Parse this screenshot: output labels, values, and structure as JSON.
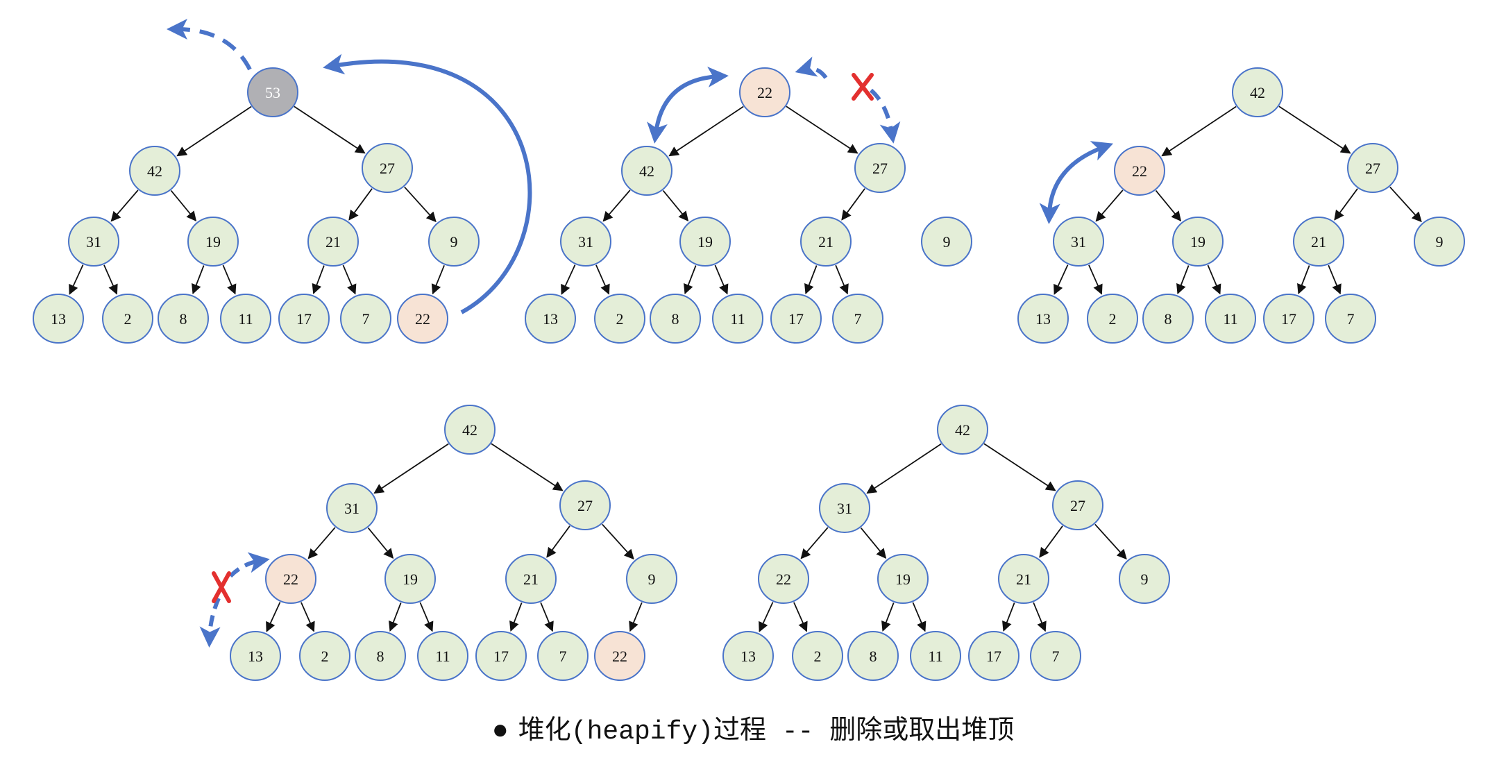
{
  "caption": {
    "bullet": "●",
    "text": "堆化(heapify)过程 -- 删除或取出堆顶"
  },
  "colors": {
    "node_fill": "#e4eed8",
    "node_stroke": "#4a74c9",
    "highlight_fill": "#f7e3d5",
    "removed_fill": "#b0b0b4",
    "arrow_blue": "#4a74c9",
    "cross_red": "#e3302f",
    "edge": "#111111"
  },
  "icons": [
    "curved-arrow",
    "dashed-arrow",
    "cross-mark",
    "bullet-icon"
  ],
  "trees": [
    {
      "id": "step-1",
      "nodes": [
        {
          "id": "n0",
          "label": "53",
          "state": "removed"
        },
        {
          "id": "n1",
          "label": "42"
        },
        {
          "id": "n2",
          "label": "27"
        },
        {
          "id": "n3",
          "label": "31"
        },
        {
          "id": "n4",
          "label": "19"
        },
        {
          "id": "n5",
          "label": "21"
        },
        {
          "id": "n6",
          "label": "9"
        },
        {
          "id": "n7",
          "label": "13"
        },
        {
          "id": "n8",
          "label": "2"
        },
        {
          "id": "n9",
          "label": "8"
        },
        {
          "id": "n10",
          "label": "11"
        },
        {
          "id": "n11",
          "label": "17"
        },
        {
          "id": "n12",
          "label": "7"
        },
        {
          "id": "n13",
          "label": "22",
          "state": "highlight"
        }
      ],
      "edges": [
        [
          "n0",
          "n1"
        ],
        [
          "n0",
          "n2"
        ],
        [
          "n1",
          "n3"
        ],
        [
          "n1",
          "n4"
        ],
        [
          "n2",
          "n5"
        ],
        [
          "n2",
          "n6"
        ],
        [
          "n3",
          "n7"
        ],
        [
          "n3",
          "n8"
        ],
        [
          "n4",
          "n9"
        ],
        [
          "n4",
          "n10"
        ],
        [
          "n5",
          "n11"
        ],
        [
          "n5",
          "n12"
        ],
        [
          "n6",
          "n13"
        ]
      ]
    },
    {
      "id": "step-2",
      "nodes": [
        {
          "id": "n0",
          "label": "22",
          "state": "highlight"
        },
        {
          "id": "n1",
          "label": "42"
        },
        {
          "id": "n2",
          "label": "27"
        },
        {
          "id": "n3",
          "label": "31"
        },
        {
          "id": "n4",
          "label": "19"
        },
        {
          "id": "n5",
          "label": "21"
        },
        {
          "id": "n6",
          "label": "9"
        },
        {
          "id": "n7",
          "label": "13"
        },
        {
          "id": "n8",
          "label": "2"
        },
        {
          "id": "n9",
          "label": "8"
        },
        {
          "id": "n10",
          "label": "11"
        },
        {
          "id": "n11",
          "label": "17"
        },
        {
          "id": "n12",
          "label": "7"
        }
      ],
      "edges": [
        [
          "n0",
          "n1"
        ],
        [
          "n0",
          "n2"
        ],
        [
          "n1",
          "n3"
        ],
        [
          "n1",
          "n4"
        ],
        [
          "n2",
          "n5"
        ],
        [
          "n3",
          "n7"
        ],
        [
          "n3",
          "n8"
        ],
        [
          "n4",
          "n9"
        ],
        [
          "n4",
          "n10"
        ],
        [
          "n5",
          "n11"
        ],
        [
          "n5",
          "n12"
        ]
      ]
    },
    {
      "id": "step-3",
      "nodes": [
        {
          "id": "n0",
          "label": "42"
        },
        {
          "id": "n1",
          "label": "22",
          "state": "highlight"
        },
        {
          "id": "n2",
          "label": "27"
        },
        {
          "id": "n3",
          "label": "31"
        },
        {
          "id": "n4",
          "label": "19"
        },
        {
          "id": "n5",
          "label": "21"
        },
        {
          "id": "n6",
          "label": "9"
        },
        {
          "id": "n7",
          "label": "13"
        },
        {
          "id": "n8",
          "label": "2"
        },
        {
          "id": "n9",
          "label": "8"
        },
        {
          "id": "n10",
          "label": "11"
        },
        {
          "id": "n11",
          "label": "17"
        },
        {
          "id": "n12",
          "label": "7"
        }
      ],
      "edges": [
        [
          "n0",
          "n1"
        ],
        [
          "n0",
          "n2"
        ],
        [
          "n1",
          "n3"
        ],
        [
          "n1",
          "n4"
        ],
        [
          "n2",
          "n5"
        ],
        [
          "n2",
          "n6"
        ],
        [
          "n3",
          "n7"
        ],
        [
          "n3",
          "n8"
        ],
        [
          "n4",
          "n9"
        ],
        [
          "n4",
          "n10"
        ],
        [
          "n5",
          "n11"
        ],
        [
          "n5",
          "n12"
        ]
      ]
    },
    {
      "id": "step-4",
      "nodes": [
        {
          "id": "n0",
          "label": "42"
        },
        {
          "id": "n1",
          "label": "31"
        },
        {
          "id": "n2",
          "label": "27"
        },
        {
          "id": "n3",
          "label": "22",
          "state": "highlight"
        },
        {
          "id": "n4",
          "label": "19"
        },
        {
          "id": "n5",
          "label": "21"
        },
        {
          "id": "n6",
          "label": "9"
        },
        {
          "id": "n7",
          "label": "13"
        },
        {
          "id": "n8",
          "label": "2"
        },
        {
          "id": "n9",
          "label": "8"
        },
        {
          "id": "n10",
          "label": "11"
        },
        {
          "id": "n11",
          "label": "17"
        },
        {
          "id": "n12",
          "label": "7"
        },
        {
          "id": "n13",
          "label": "22",
          "state": "highlight"
        }
      ],
      "edges": [
        [
          "n0",
          "n1"
        ],
        [
          "n0",
          "n2"
        ],
        [
          "n1",
          "n3"
        ],
        [
          "n1",
          "n4"
        ],
        [
          "n2",
          "n5"
        ],
        [
          "n2",
          "n6"
        ],
        [
          "n3",
          "n7"
        ],
        [
          "n3",
          "n8"
        ],
        [
          "n4",
          "n9"
        ],
        [
          "n4",
          "n10"
        ],
        [
          "n5",
          "n11"
        ],
        [
          "n5",
          "n12"
        ],
        [
          "n6",
          "n13"
        ]
      ]
    },
    {
      "id": "step-5",
      "nodes": [
        {
          "id": "n0",
          "label": "42"
        },
        {
          "id": "n1",
          "label": "31"
        },
        {
          "id": "n2",
          "label": "27"
        },
        {
          "id": "n3",
          "label": "22"
        },
        {
          "id": "n4",
          "label": "19"
        },
        {
          "id": "n5",
          "label": "21"
        },
        {
          "id": "n6",
          "label": "9"
        },
        {
          "id": "n7",
          "label": "13"
        },
        {
          "id": "n8",
          "label": "2"
        },
        {
          "id": "n9",
          "label": "8"
        },
        {
          "id": "n10",
          "label": "11"
        },
        {
          "id": "n11",
          "label": "17"
        },
        {
          "id": "n12",
          "label": "7"
        }
      ],
      "edges": [
        [
          "n0",
          "n1"
        ],
        [
          "n0",
          "n2"
        ],
        [
          "n1",
          "n3"
        ],
        [
          "n1",
          "n4"
        ],
        [
          "n2",
          "n5"
        ],
        [
          "n2",
          "n6"
        ],
        [
          "n3",
          "n7"
        ],
        [
          "n3",
          "n8"
        ],
        [
          "n4",
          "n9"
        ],
        [
          "n4",
          "n10"
        ],
        [
          "n5",
          "n11"
        ],
        [
          "n5",
          "n12"
        ]
      ]
    }
  ]
}
